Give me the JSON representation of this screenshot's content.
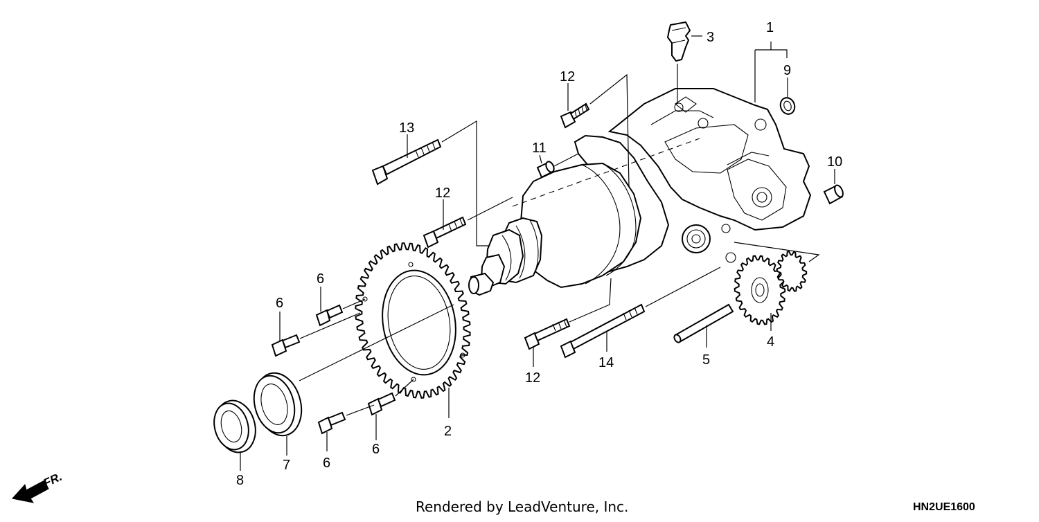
{
  "diagram": {
    "callouts": [
      {
        "id": "c1",
        "label": "1"
      },
      {
        "id": "c2",
        "label": "2"
      },
      {
        "id": "c3",
        "label": "3"
      },
      {
        "id": "c4",
        "label": "4"
      },
      {
        "id": "c5",
        "label": "5"
      },
      {
        "id": "c6a",
        "label": "6"
      },
      {
        "id": "c6b",
        "label": "6"
      },
      {
        "id": "c6c",
        "label": "6"
      },
      {
        "id": "c6d",
        "label": "6"
      },
      {
        "id": "c7",
        "label": "7"
      },
      {
        "id": "c8",
        "label": "8"
      },
      {
        "id": "c9",
        "label": "9"
      },
      {
        "id": "c10",
        "label": "10"
      },
      {
        "id": "c11",
        "label": "11"
      },
      {
        "id": "c12a",
        "label": "12"
      },
      {
        "id": "c12b",
        "label": "12"
      },
      {
        "id": "c12c",
        "label": "12"
      },
      {
        "id": "c13",
        "label": "13"
      },
      {
        "id": "c14",
        "label": "14"
      }
    ],
    "direction_label": "FR.",
    "credit": "Rendered by LeadVenture, Inc.",
    "diagram_code": "HN2UE1600"
  }
}
